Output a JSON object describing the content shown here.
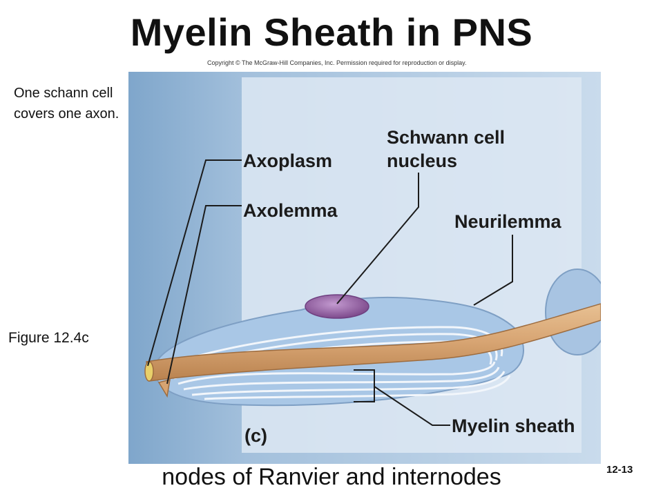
{
  "title": "Myelin Sheath in PNS",
  "copyright": "Copyright © The McGraw-Hill Companies, Inc. Permission required for reproduction or display.",
  "note": "One schann cell covers one axon.",
  "figure_ref": "Figure 12.4c",
  "slide_number": "12-13",
  "footer": "nodes of Ranvier and internodes",
  "labels": {
    "axoplasm": "Axoplasm",
    "axolemma": "Axolemma",
    "schwann_nucleus_line1": "Schwann cell",
    "schwann_nucleus_line2": "nucleus",
    "neurilemma": "Neurilemma",
    "myelin_sheath": "Myelin sheath",
    "panel_letter": "(c)"
  },
  "colors": {
    "background_blue": "#8fb3d3",
    "sheath_blue": "#a9c7e6",
    "axon_tan": "#d9a878",
    "nucleus_purple": "#9a6aa6"
  }
}
